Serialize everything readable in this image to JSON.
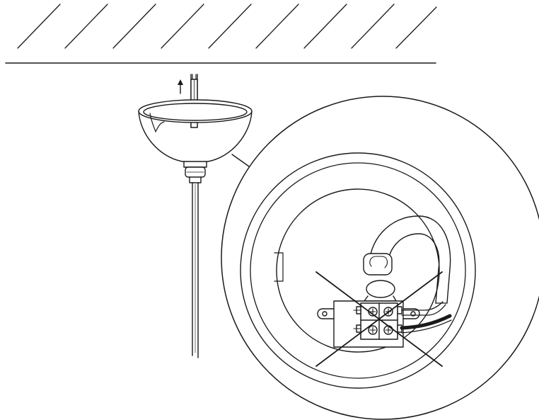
{
  "colors": {
    "background": "#ffffff",
    "ink": "#1a1a1a",
    "fill_light": "#ffffff",
    "fill_dark": "#1a1a1a"
  },
  "icons": [
    "ceiling-hatching",
    "ceiling-canopy",
    "pendant-cable",
    "wire-pull-arrow",
    "terminal-block",
    "prohibited-cross"
  ]
}
